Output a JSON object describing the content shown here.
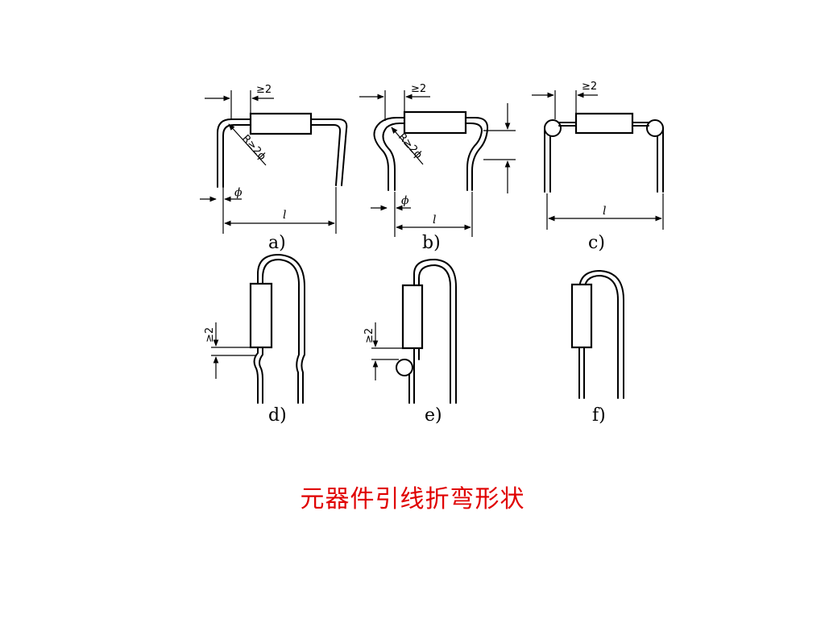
{
  "diagram": {
    "panels": [
      {
        "id": "a",
        "label": "a)",
        "dims": {
          "gap": "≥2",
          "radius": "R≥2ϕ",
          "diameter": "ϕ",
          "length": "l"
        }
      },
      {
        "id": "b",
        "label": "b)",
        "dims": {
          "gap": "≥2",
          "radius": "R≥2ϕ",
          "diameter": "ϕ",
          "length": "l"
        }
      },
      {
        "id": "c",
        "label": "c)",
        "dims": {
          "gap": "≥2",
          "length": "l"
        }
      },
      {
        "id": "d",
        "label": "d)",
        "dims": {
          "gap": "≥2"
        }
      },
      {
        "id": "e",
        "label": "e)",
        "dims": {
          "gap": "≥2"
        }
      },
      {
        "id": "f",
        "label": "f)"
      }
    ]
  },
  "caption": "元器件引线折弯形状"
}
